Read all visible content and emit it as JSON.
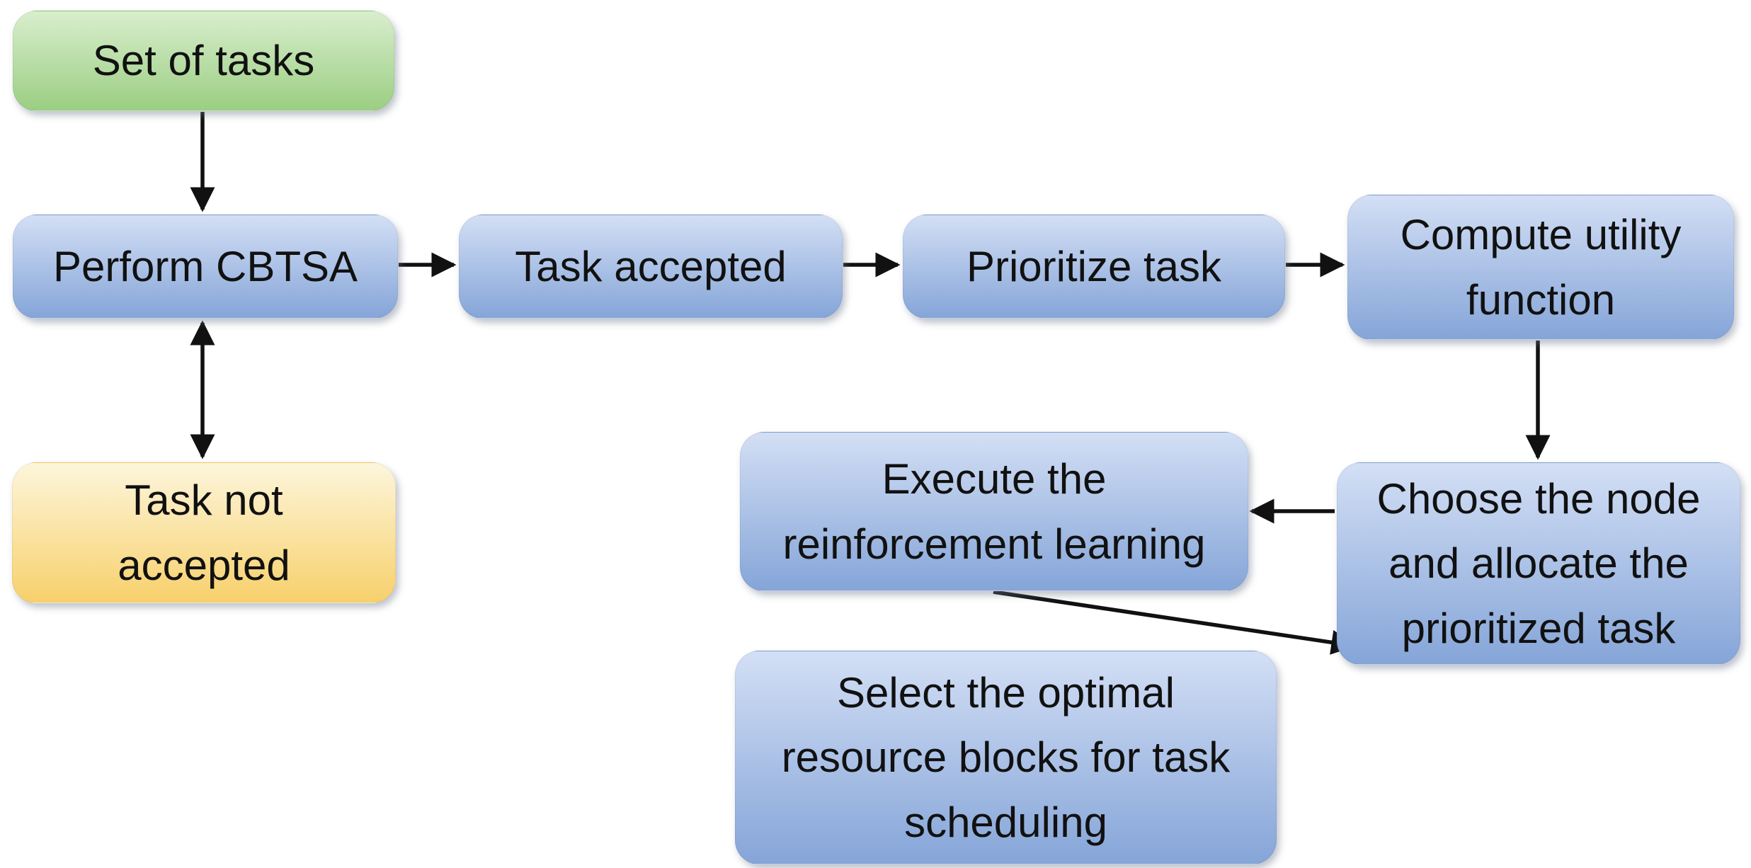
{
  "colors": {
    "start_fill_top": "#d9eecd",
    "start_fill_bottom": "#9bce82",
    "process_fill_top": "#d3dff5",
    "process_fill_bottom": "#85a5d8",
    "reject_fill_top": "#fdf6dc",
    "reject_fill_bottom": "#f7d06b",
    "arrow": "#111111",
    "text": "#111111"
  },
  "nodes": {
    "set_of_tasks": {
      "label": "Set of tasks",
      "type": "start"
    },
    "perform_cbtsa": {
      "label": "Perform CBTSA",
      "type": "process"
    },
    "task_not_accepted": {
      "label": "Task not accepted",
      "type": "reject"
    },
    "task_accepted": {
      "label": "Task accepted",
      "type": "process"
    },
    "prioritize_task": {
      "label": "Prioritize task",
      "type": "process"
    },
    "compute_utility": {
      "label": "Compute utility function",
      "type": "process"
    },
    "choose_node": {
      "label": "Choose the node and allocate the prioritized task",
      "type": "process"
    },
    "execute_rl": {
      "label": "Execute the reinforcement learning",
      "type": "process"
    },
    "select_blocks": {
      "label": "Select the optimal resource blocks for task scheduling",
      "type": "process"
    }
  },
  "edges": [
    {
      "from": "Set of tasks",
      "to": "Perform CBTSA",
      "direction": "down"
    },
    {
      "from": "Perform CBTSA",
      "to": "Task not accepted",
      "direction": "both"
    },
    {
      "from": "Perform CBTSA",
      "to": "Task accepted",
      "direction": "right"
    },
    {
      "from": "Task accepted",
      "to": "Prioritize task",
      "direction": "right"
    },
    {
      "from": "Prioritize task",
      "to": "Compute utility function",
      "direction": "right"
    },
    {
      "from": "Compute utility function",
      "to": "Choose the node and allocate the prioritized task",
      "direction": "down"
    },
    {
      "from": "Choose the node and allocate the prioritized task",
      "to": "Execute the reinforcement learning",
      "direction": "left"
    },
    {
      "from": "Execute the reinforcement learning",
      "to": "Select the optimal resource blocks for task scheduling",
      "direction": "down"
    }
  ]
}
